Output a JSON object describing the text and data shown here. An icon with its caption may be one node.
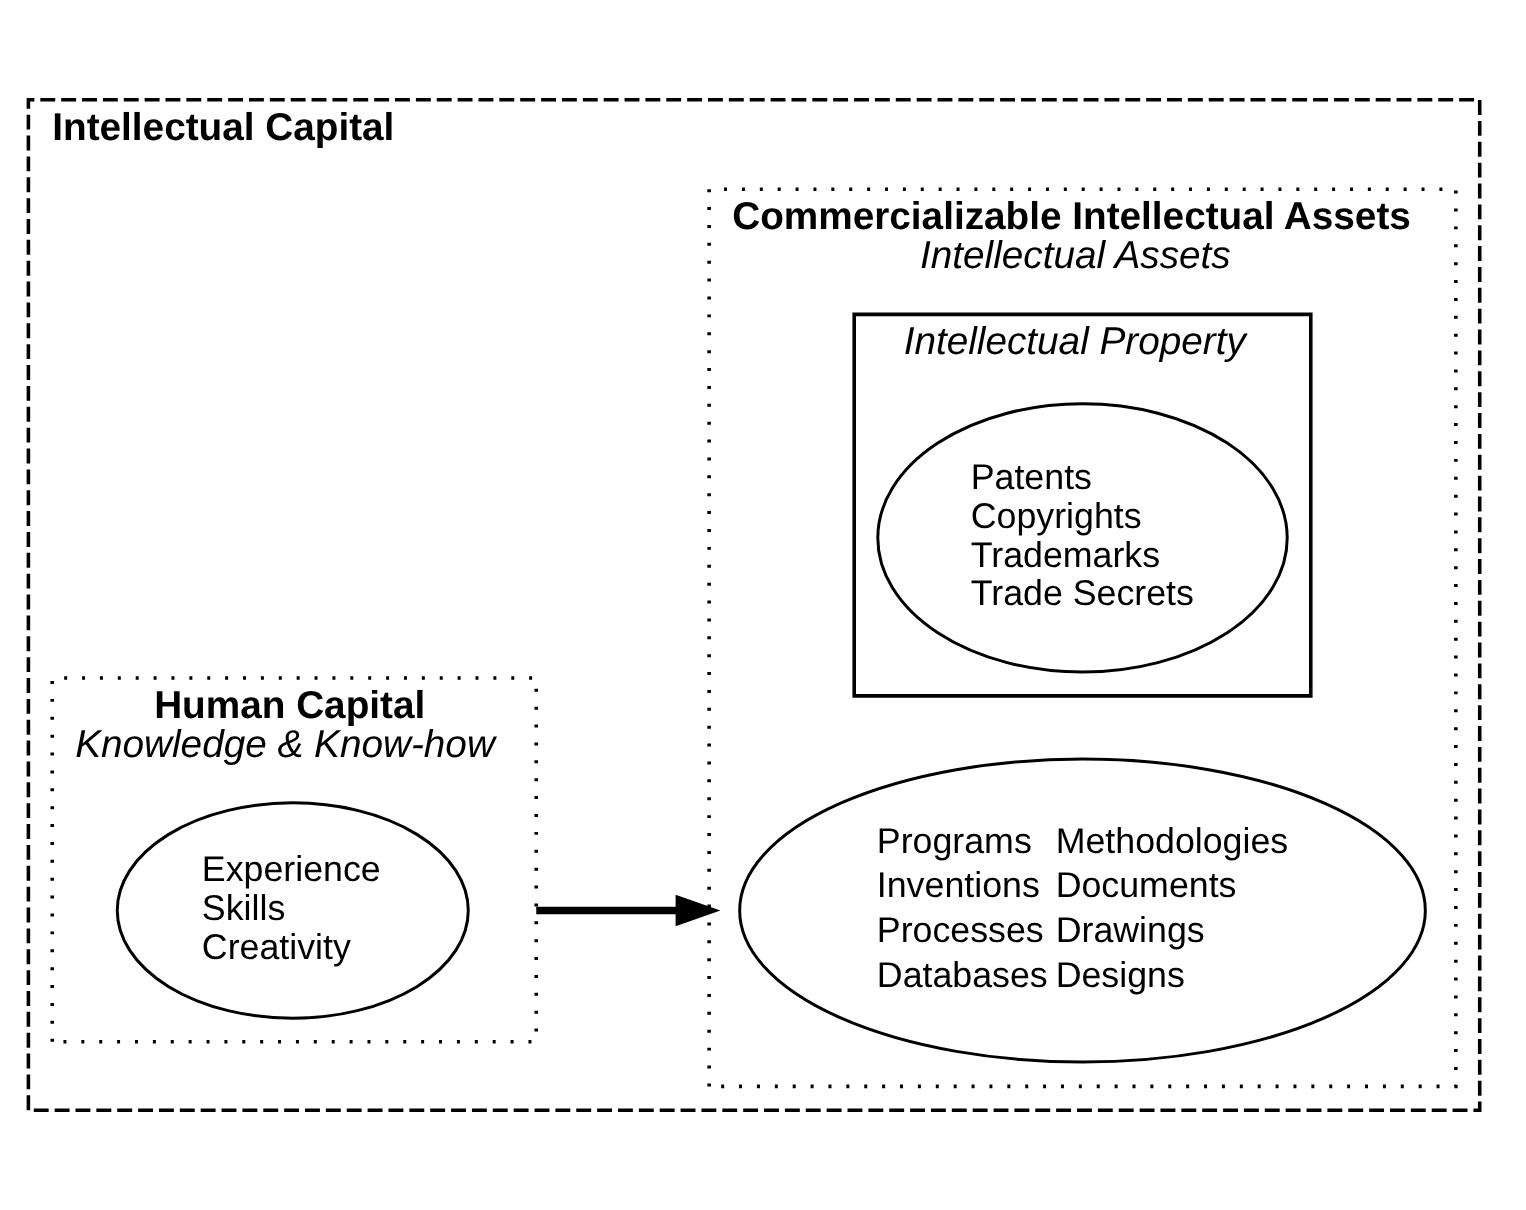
{
  "diagram": {
    "nodes": [
      {
        "text": [
          "Intellectual Capital"
        ]
      },
      {
        "text": [
          "Human Capital",
          "Knowledge & Know-how"
        ],
        "in": 0
      },
      {
        "text": [
          "Experience",
          "Skills",
          "Creativity"
        ],
        "in": 1
      },
      {
        "text": [
          "Commercializable Intellectual Assets",
          "Intellectual Assets"
        ],
        "in": 0
      },
      {
        "text": [
          "Programs",
          "Methodologies",
          "Inventions",
          "Documents",
          "Processes",
          "Drawings",
          "Databases",
          "Designs"
        ],
        "in": 3
      },
      {
        "text": [
          "Intellectual Property"
        ],
        "in": 3
      },
      {
        "text": [
          "Patents",
          "Copyrights",
          "Trademarks",
          "Trade Secrets"
        ],
        "in": 5
      }
    ],
    "edges": [
      {
        "from": 1,
        "to": 3,
        "arrow": "to"
      }
    ]
  }
}
